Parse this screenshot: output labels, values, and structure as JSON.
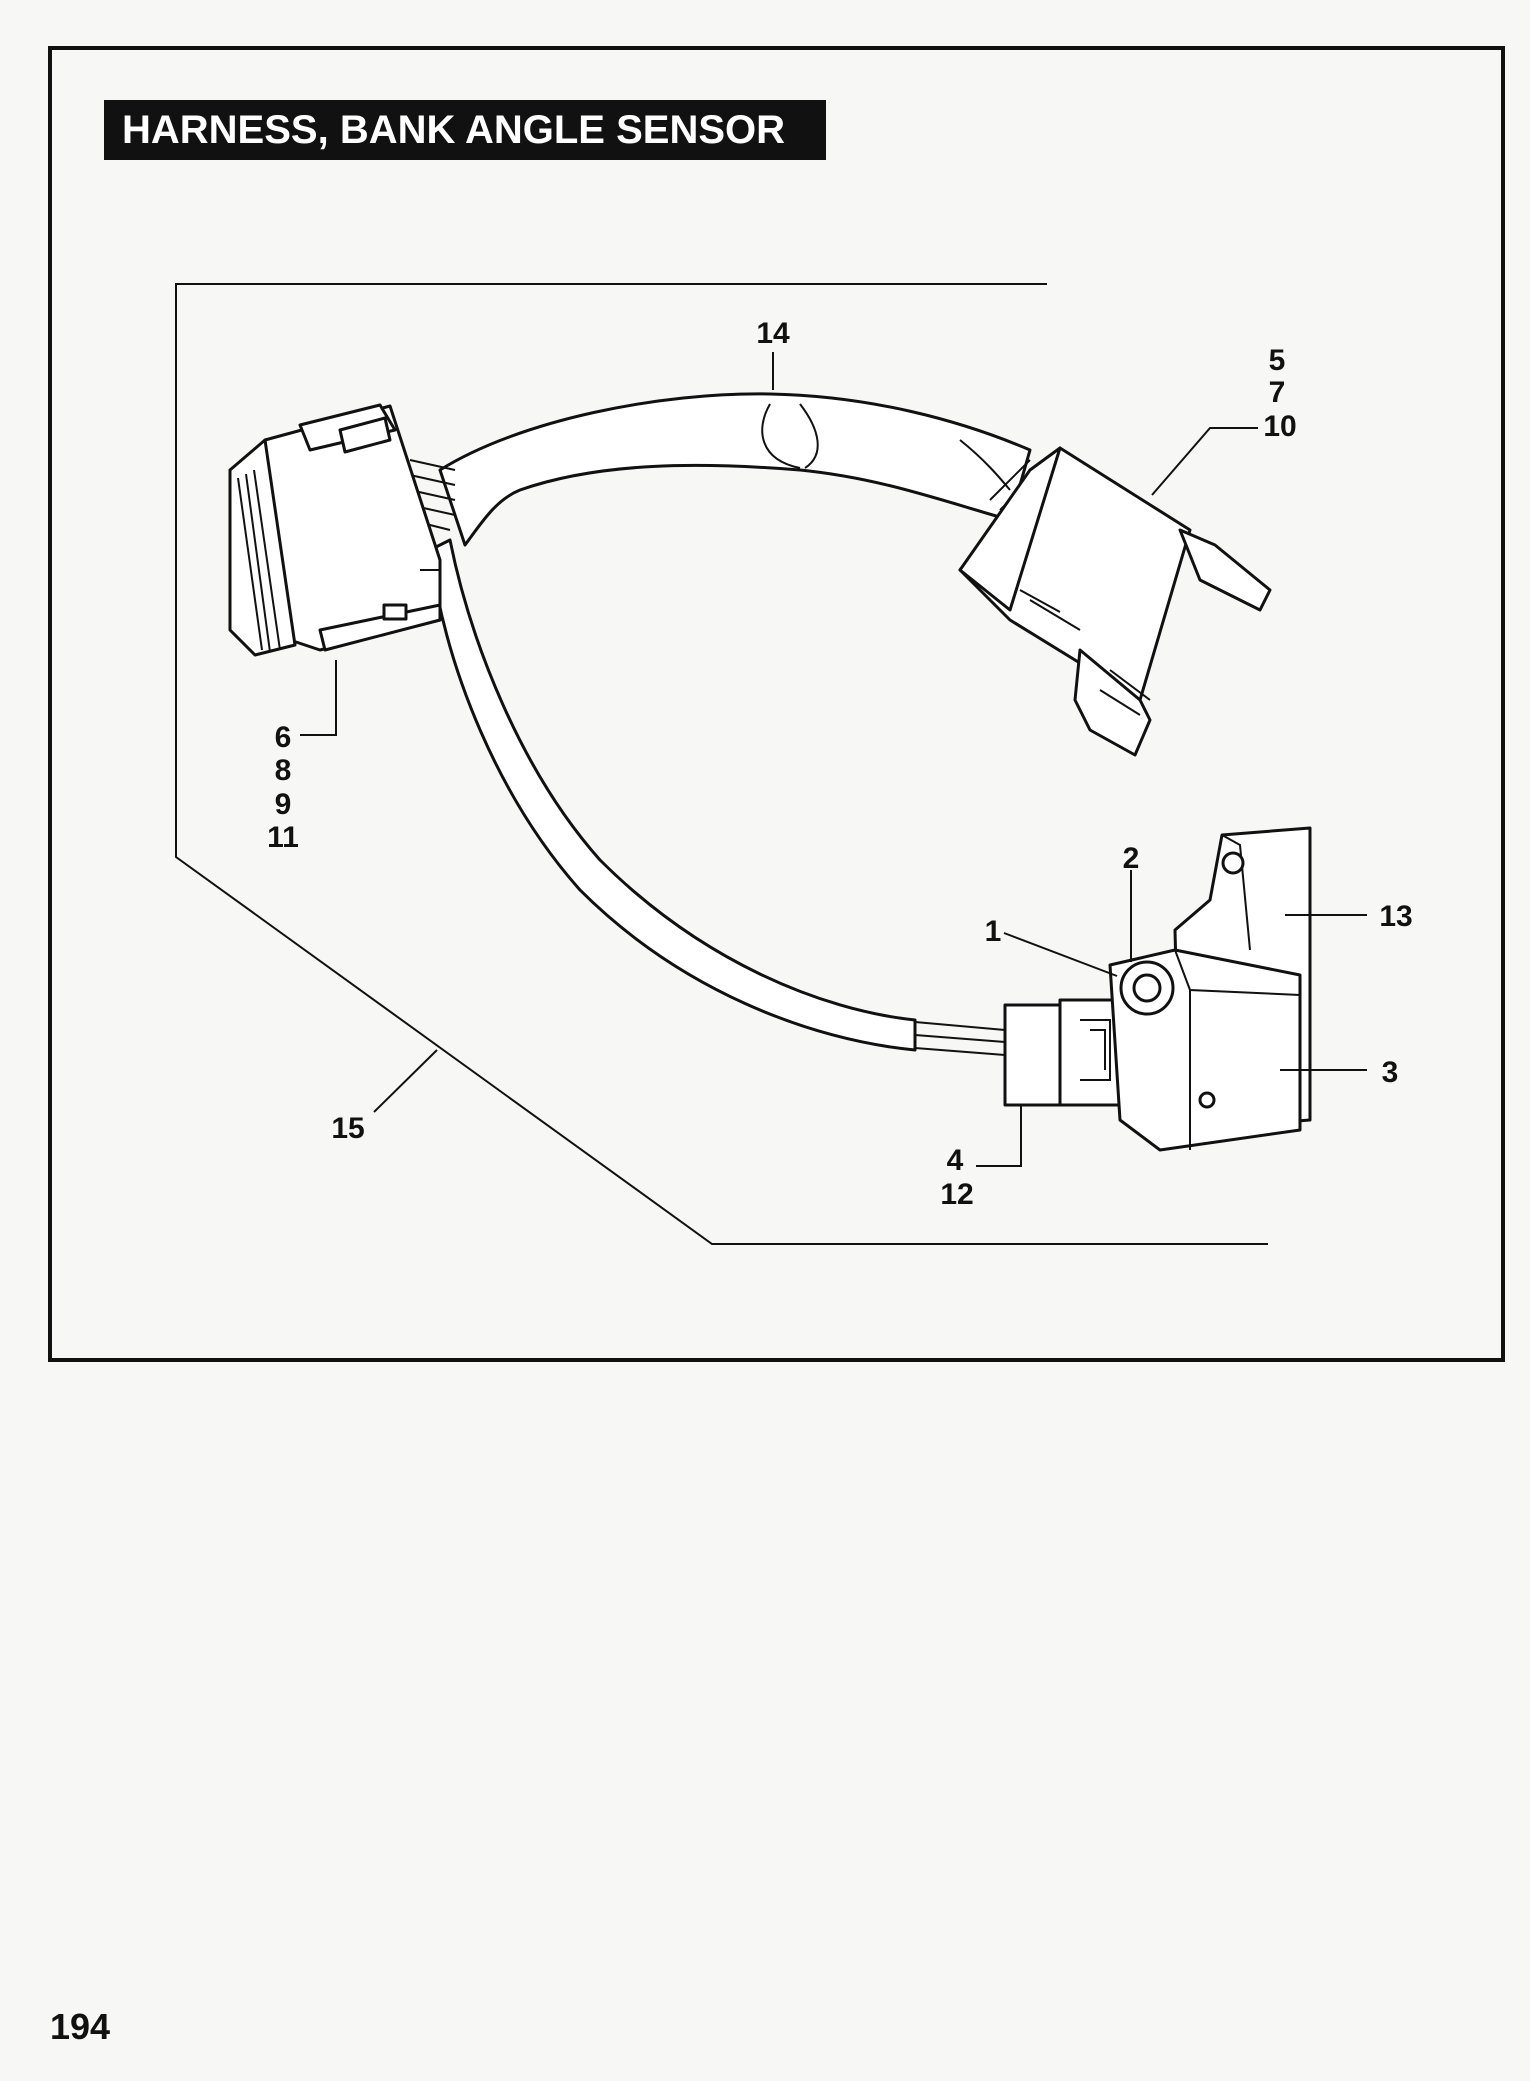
{
  "title": "HARNESS, BANK ANGLE SENSOR",
  "page_number": "194",
  "callouts": {
    "c14": "14",
    "c5": "5",
    "c7": "7",
    "c10": "10",
    "c6": "6",
    "c8": "8",
    "c9": "9",
    "c11": "11",
    "c2": "2",
    "c1": "1",
    "c13": "13",
    "c3": "3",
    "c4": "4",
    "c12": "12",
    "c15": "15"
  }
}
